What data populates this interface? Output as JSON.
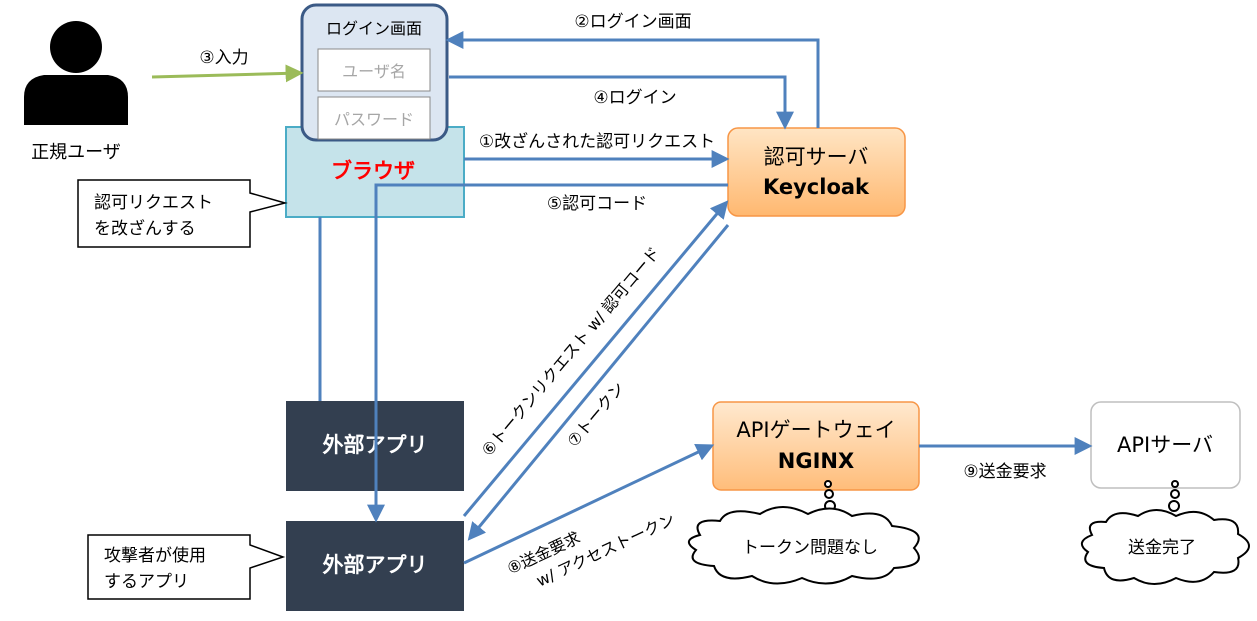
{
  "actor": {
    "label": "正規ユーザ"
  },
  "login_screen": {
    "title": "ログイン画面",
    "username_placeholder": "ユーザ名",
    "password_placeholder": "パスワード"
  },
  "browser": {
    "label": "ブラウザ"
  },
  "auth_server": {
    "line1": "認可サーバ",
    "line2": "Keycloak"
  },
  "external_app_top": {
    "label": "外部アプリ"
  },
  "external_app_attacker": {
    "label": "外部アプリ"
  },
  "api_gateway": {
    "line1": "APIゲートウェイ",
    "line2": "NGINX"
  },
  "api_server": {
    "label": "APIサーバ"
  },
  "callouts": {
    "tamper": {
      "line1": "認可リクエスト",
      "line2": "を改ざんする"
    },
    "attacker": {
      "line1": "攻撃者が使用",
      "line2": "するアプリ"
    }
  },
  "thoughts": {
    "gateway": "トークン問題なし",
    "server": "送金完了"
  },
  "steps": {
    "s1": "①改ざんされた認可リクエスト",
    "s2": "②ログイン画面",
    "s3": "③入力",
    "s4": "④ログイン",
    "s5": "⑤認可コード",
    "s6": "⑥トークンリクエスト w/ 認可コード",
    "s7": "⑦トークン",
    "s8_line1": "⑧送金要求",
    "s8_line2": "w/ アクセストークン",
    "s9": "⑨送金要求"
  },
  "colors": {
    "arrow": "#4f81bd",
    "input_arrow": "#9bbb59",
    "login_fill": "#dce6f2",
    "login_border": "#3b5a86",
    "browser_fill": "#c5e3ea",
    "browser_border": "#4bacc6",
    "browser_text": "#ff0000",
    "auth_fill_top": "#ffe5c4",
    "auth_fill_bottom": "#ffb870",
    "auth_border": "#f79646",
    "app_fill": "#333f50",
    "app_text": "#ffffff",
    "actor_fill": "#000000"
  }
}
